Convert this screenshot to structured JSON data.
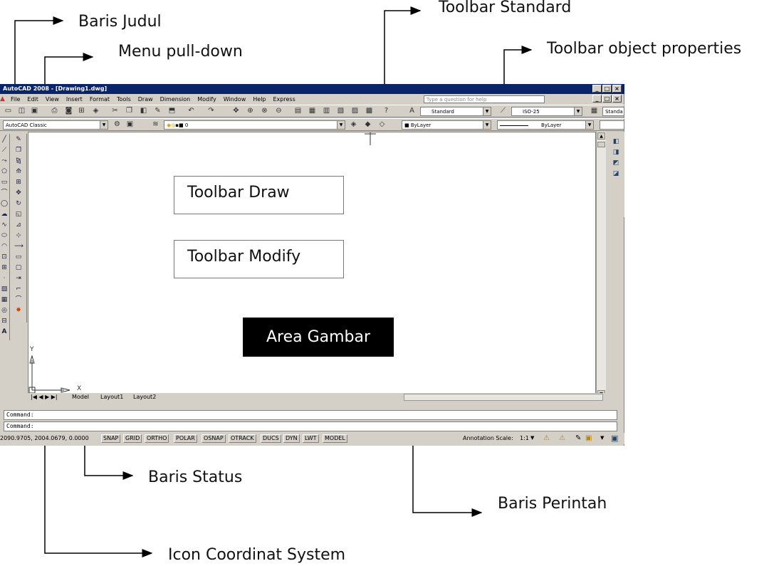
{
  "annotations": {
    "baris_judul": "Baris Judul",
    "menu_pulldown": "Menu pull-down",
    "toolbar_standard": "Toolbar Standard",
    "toolbar_object_properties": "Toolbar object properties",
    "toolbar_draw": "Toolbar Draw",
    "toolbar_modify": "Toolbar Modify",
    "area_gambar": "Area Gambar",
    "baris_status": "Baris Status",
    "baris_perintah": "Baris Perintah",
    "icon_coordinat_system": "Icon Coordinat System"
  },
  "window": {
    "title": "AutoCAD 2008 - [Drawing1.dwg]",
    "buttons": [
      "_",
      "□",
      "×"
    ]
  },
  "menu": {
    "items": [
      "File",
      "Edit",
      "View",
      "Insert",
      "Format",
      "Tools",
      "Draw",
      "Dimension",
      "Modify",
      "Window",
      "Help",
      "Express"
    ],
    "help_placeholder": "Type a question for help"
  },
  "toolbars": {
    "text_style": "Standard",
    "dim_style": "ISO-25",
    "table_style": "Standa",
    "workspace": "AutoCAD Classic",
    "layer": "0",
    "color": "ByLayer",
    "linetype": "ByLayer"
  },
  "ucs": {
    "y_label": "Y",
    "x_label": "X"
  },
  "tabs": [
    "Model",
    "Layout1",
    "Layout2"
  ],
  "command": {
    "line1": "Command:",
    "line2": "Command:"
  },
  "status": {
    "coordinates": "2090.9705, 2004.0679, 0.0000",
    "toggles": [
      "SNAP",
      "GRID",
      "ORTHO",
      "POLAR",
      "OSNAP",
      "OTRACK",
      "DUCS",
      "DYN",
      "LWT",
      "MODEL"
    ],
    "annotation_scale_label": "Annotation Scale:",
    "annotation_scale_value": "1:1"
  }
}
